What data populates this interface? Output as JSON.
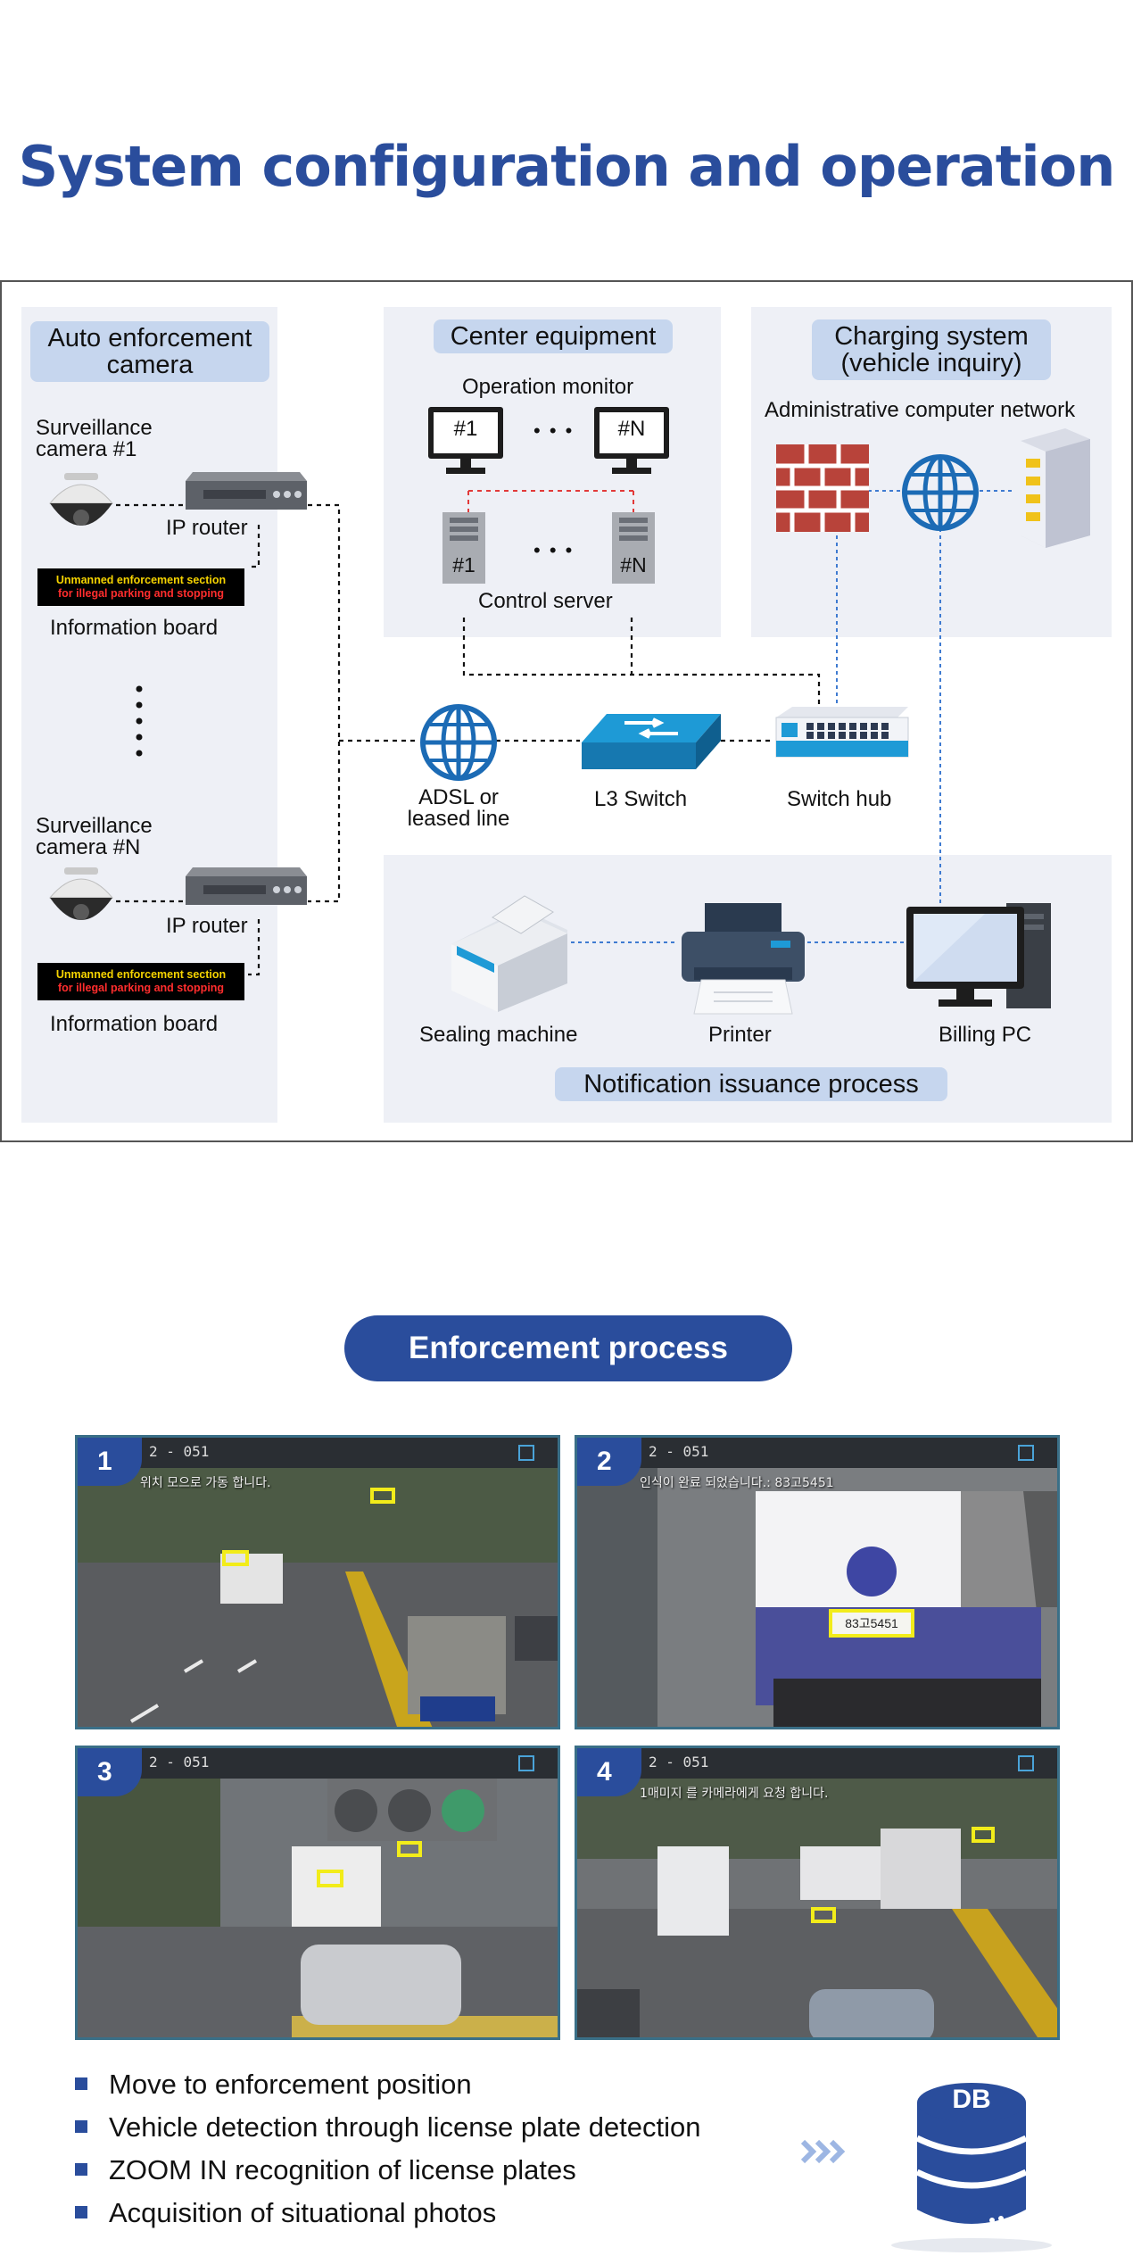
{
  "page": {
    "title": "System configuration and operation"
  },
  "diagram": {
    "auto_enforcement": {
      "heading": "Auto enforcement camera",
      "camera1_label": "Surveillance camera #1",
      "cameraN_label": "Surveillance camera #N",
      "ip_router_label": "IP router",
      "board_line1": "Unmanned enforcement section",
      "board_line2": "for illegal parking and stopping",
      "info_board_label": "Information board"
    },
    "center_equipment": {
      "heading": "Center equipment",
      "operation_monitor_label": "Operation monitor",
      "monitor1": "#1",
      "monitorN": "#N",
      "server1": "#1",
      "serverN": "#N",
      "ellipsis": "• • •",
      "control_server_label": "Control server"
    },
    "charging_system": {
      "heading_line1": "Charging system",
      "heading_line2": "(vehicle inquiry)",
      "network_label": "Administrative computer network"
    },
    "network": {
      "adsl_label": "ADSL or leased line",
      "l3_switch_label": "L3 Switch",
      "switch_hub_label": "Switch hub"
    },
    "notification": {
      "sealing_label": "Sealing machine",
      "printer_label": "Printer",
      "billing_label": "Billing PC",
      "process_label": "Notification issuance process"
    }
  },
  "enforcement": {
    "heading": "Enforcement process",
    "photos": [
      {
        "number": "1",
        "code": "2  - 051",
        "overlay": "위치 모으로 가동 합니다."
      },
      {
        "number": "2",
        "code": "2  - 051",
        "overlay": "인식이 완료 되었습니다.: 83고5451"
      },
      {
        "number": "3",
        "code": "2  - 051",
        "overlay": ""
      },
      {
        "number": "4",
        "code": "2  - 051",
        "overlay": "1매미지 를 카메라에게 요청 합니다."
      }
    ],
    "plate_text": "83고5451",
    "steps": [
      "Move to enforcement position",
      "Vehicle detection through license plate detection",
      "ZOOM IN recognition of license plates",
      "Acquisition of situational photos"
    ],
    "db_label": "DB"
  },
  "colors": {
    "brand_blue": "#2a4d9c",
    "pill_blue": "#c6d6ee",
    "panel_gray": "#eef0f6",
    "red_dash": "#e23a3a",
    "blue_dash": "#3f7bd1"
  }
}
